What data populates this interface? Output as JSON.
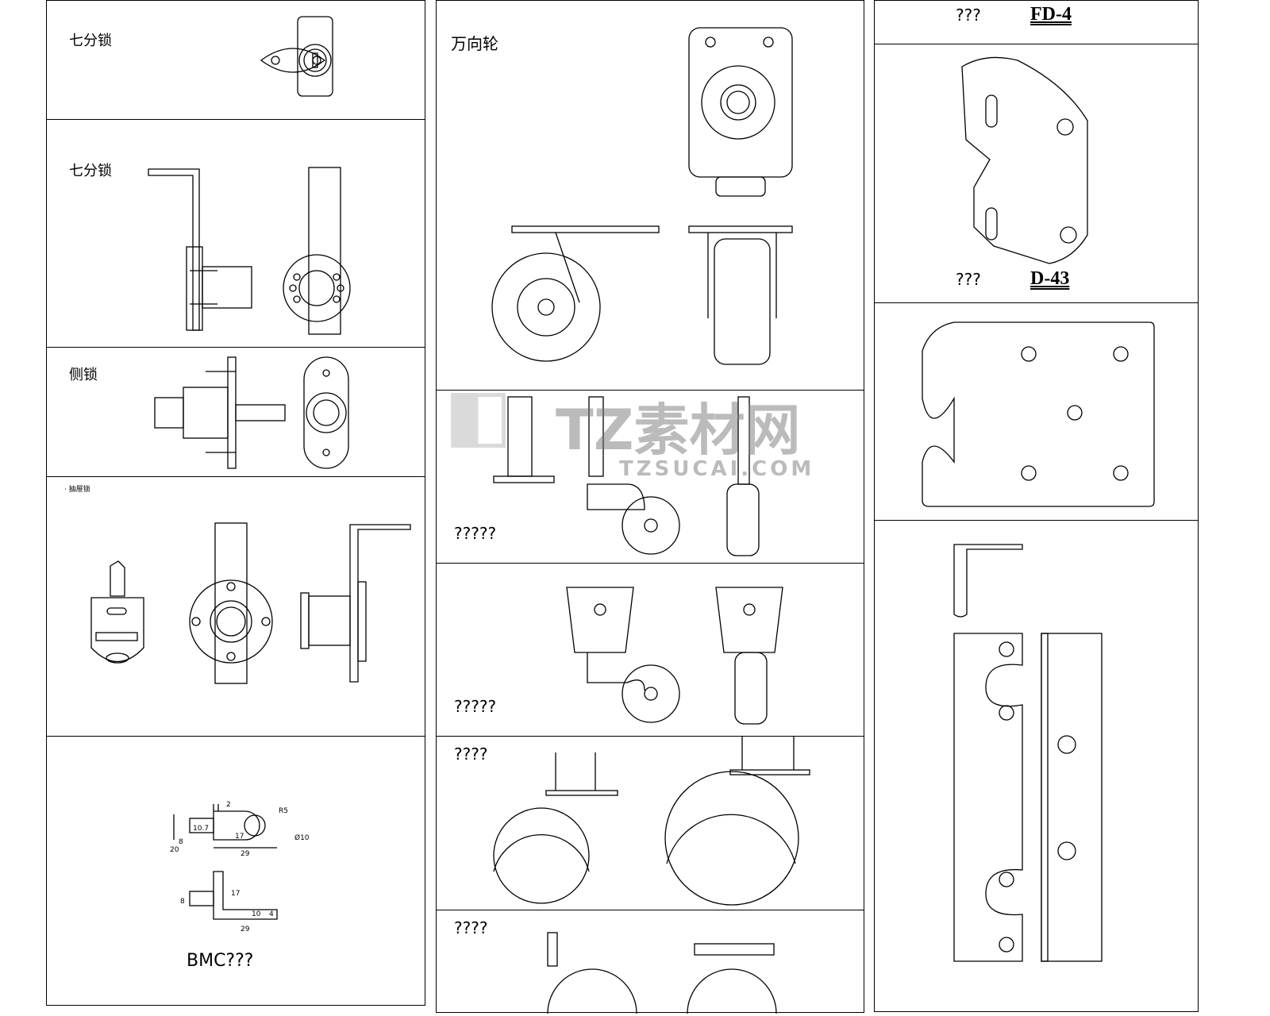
{
  "left_column": {
    "panels": [
      {
        "label": "七分锁"
      },
      {
        "label": "七分锁"
      },
      {
        "label": "侧锁"
      },
      {
        "label": "· 抽屉锁"
      },
      {
        "label": "BMC???",
        "dimensions": [
          "2",
          "10.7",
          "20",
          "8",
          "17",
          "R5",
          "Ø10",
          "29",
          "8",
          "17",
          "10",
          "4",
          "29"
        ]
      }
    ]
  },
  "middle_column": {
    "panels": [
      {
        "label": "万向轮"
      },
      {
        "label": "?????"
      },
      {
        "label": "?????"
      },
      {
        "label": "????"
      },
      {
        "label": "????"
      }
    ]
  },
  "right_column": {
    "panels": [
      {
        "label": "???",
        "code": "FD-4"
      },
      {
        "label": "???",
        "code": "D-43"
      }
    ]
  },
  "watermark": {
    "brand": "TZ素材网",
    "url": "TZSUCAI.COM"
  }
}
